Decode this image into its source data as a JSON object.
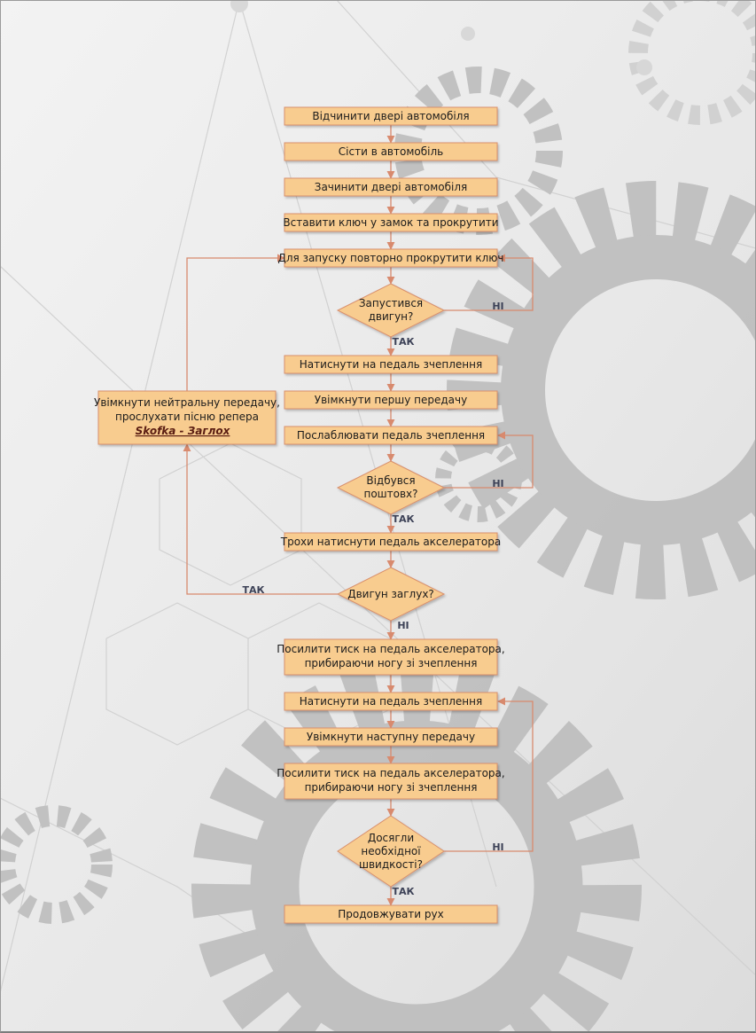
{
  "flowchart": {
    "steps": {
      "s1": "Відчинити двері автомобіля",
      "s2": "Сісти в автомобіль",
      "s3": "Зачинити двері автомобіля",
      "s4": "Вставити ключ у замок та прокрутити",
      "s5": "Для запуску повторно прокрутити ключ",
      "s6": "Натиснути на педаль зчеплення",
      "s7": "Увімкнути першу передачу",
      "s8": "Послаблювати педаль зчеплення",
      "s9": "Трохи натиснути педаль акселератора",
      "s10_l1": "Посилити тиск на педаль акселератора,",
      "s10_l2": "прибираючи ногу зі зчеплення",
      "s11": "Натиснути на педаль зчеплення",
      "s12": "Увімкнути наступну передачу",
      "s13_l1": "Посилити тиск на педаль акселератора,",
      "s13_l2": "прибираючи ногу зі зчеплення",
      "s14": "Продовжувати рух"
    },
    "decisions": {
      "d1_l1": "Запустився",
      "d1_l2": "двигун?",
      "d2_l1": "Відбувся",
      "d2_l2": "поштовх?",
      "d3": "Двигун заглух?",
      "d4_l1": "Досягли",
      "d4_l2": "необхідної",
      "d4_l3": "швидкості?"
    },
    "side_box": {
      "l1": "Увімкнути нейтральну передачу,",
      "l2": "прослухати пісню репера",
      "l3": "Skofka - Заглох"
    },
    "edge_labels": {
      "d1_yes": "ТАК",
      "d1_no": "НІ",
      "d2_yes": "ТАК",
      "d2_no": "НІ",
      "d3_yes": "ТАК",
      "d3_no": "НІ",
      "d4_yes": "ТАК",
      "d4_no": "НІ"
    }
  },
  "colors": {
    "box_fill": "#f8cc8f",
    "box_stroke": "#d88f6c",
    "arrow": "#d88a6e",
    "text": "#1c1c1c",
    "edge_label": "#3d4257",
    "link_text": "#5a1d12"
  }
}
